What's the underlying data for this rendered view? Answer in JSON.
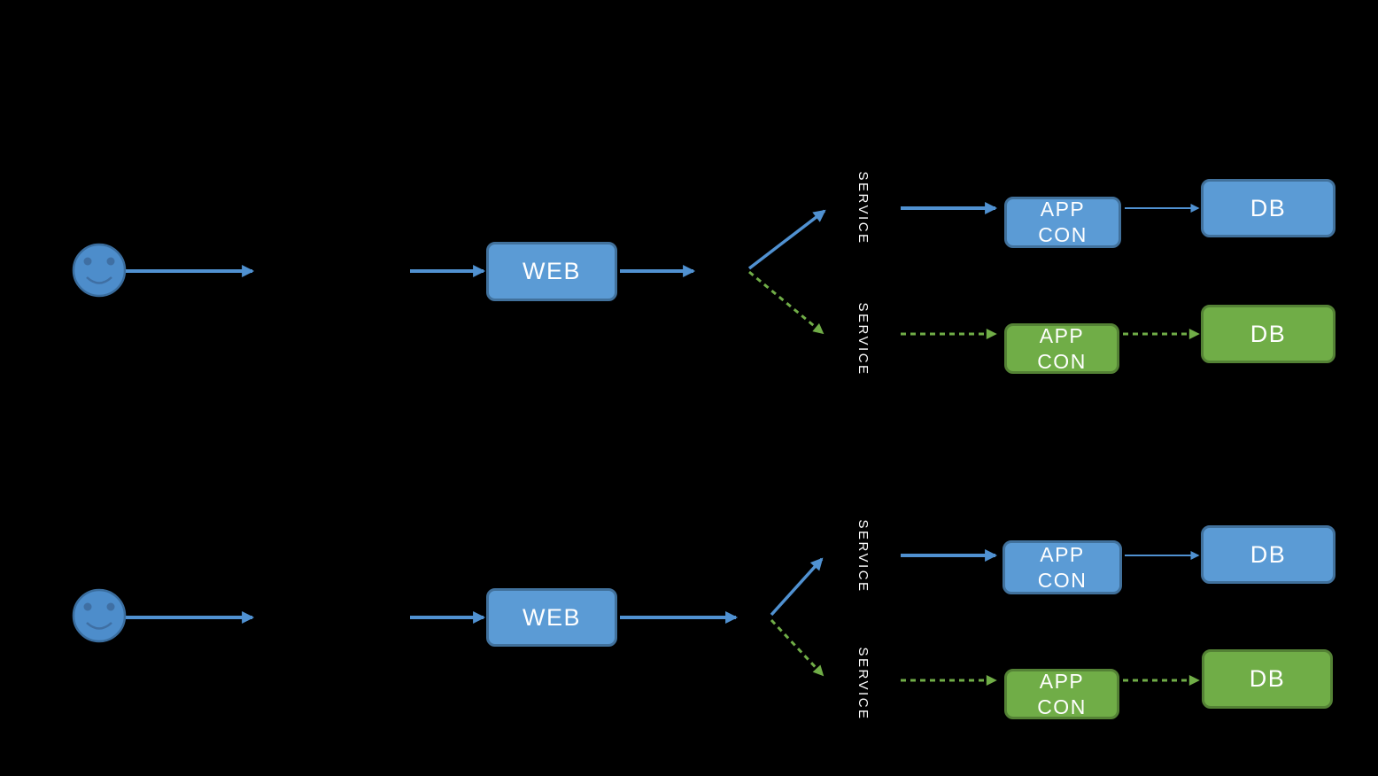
{
  "canvas": {
    "background": "#000000"
  },
  "palette": {
    "blue_fill": "#5b9bd5",
    "blue_border": "#41719c",
    "blue_arrow": "#5091d1",
    "green_fill": "#70ad47",
    "green_border": "#548235",
    "green_arrow": "#70ad47",
    "label_text": "#ffffff",
    "smiley_fill": "#4d8dcb",
    "smiley_stroke": "#3a6d9e"
  },
  "flows": [
    {
      "id": "top-flow",
      "user_icon": "smiley-user-icon",
      "web_label": "WEB",
      "branches": [
        {
          "style": "solid-blue",
          "service_label": "SERVICE",
          "app_label_line1": "APP",
          "app_label_line2": "CON",
          "db_label": "DB"
        },
        {
          "style": "dashed-green",
          "service_label": "SERVICE",
          "app_label_line1": "APP",
          "app_label_line2": "CON",
          "db_label": "DB"
        }
      ]
    },
    {
      "id": "bottom-flow",
      "user_icon": "smiley-user-icon",
      "web_label": "WEB",
      "branches": [
        {
          "style": "solid-blue",
          "service_label": "SERVICE",
          "app_label_line1": "APP",
          "app_label_line2": "CON",
          "db_label": "DB"
        },
        {
          "style": "dashed-green",
          "service_label": "SERVICE",
          "app_label_line1": "APP",
          "app_label_line2": "CON",
          "db_label": "DB"
        }
      ]
    }
  ]
}
